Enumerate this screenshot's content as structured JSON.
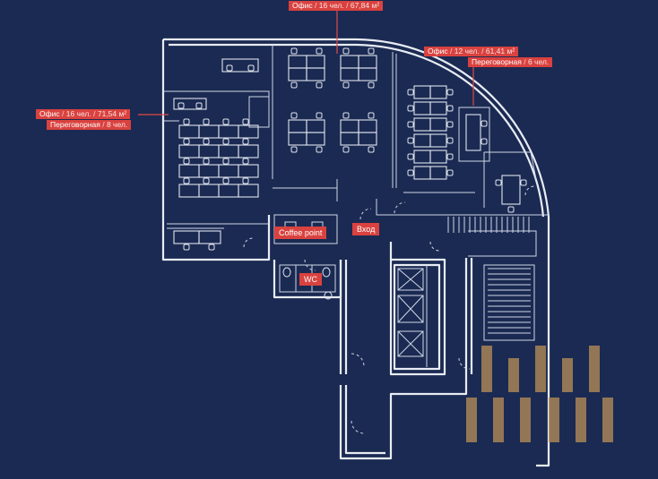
{
  "callouts": {
    "office_top": {
      "name": "Офис",
      "people": "16 чел.",
      "area": "67,84 м²"
    },
    "office_right": {
      "name": "Офис",
      "people": "12 чел.",
      "area": "61,41 м²"
    },
    "meeting_right": {
      "name": "Переговорная",
      "people": "6 чел."
    },
    "office_left": {
      "name": "Офис",
      "people": "16 чел.",
      "area": "71,54 м²"
    },
    "meeting_left": {
      "name": "Переговорная",
      "people": "8 чел."
    }
  },
  "tags": {
    "coffee": "Coffee point",
    "entrance": "Вход",
    "wc": "WC"
  },
  "colors": {
    "background": "#1b2a52",
    "walls": "#e8ecf4",
    "callout": "#d9423f",
    "watermark": "#b08a57"
  },
  "icons": {
    "watermark": "building-logo-icon"
  }
}
